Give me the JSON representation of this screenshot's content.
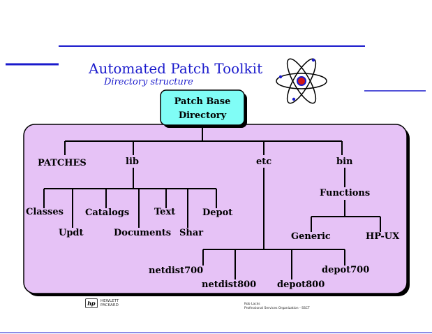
{
  "header": {
    "title": "Automated Patch Toolkit",
    "subtitle": "Directory structure"
  },
  "tree": {
    "root_line1": "Patch Base",
    "root_line2": "Directory",
    "top": [
      "PATCHES",
      "lib",
      "etc",
      "bin"
    ],
    "lib_children": [
      "Classes",
      "Updt",
      "Catalogs",
      "Documents",
      "Text",
      "Shar",
      "Depot"
    ],
    "bin_children": [
      "Functions"
    ],
    "functions_children": [
      "Generic",
      "HP-UX"
    ],
    "etc_children": [
      "netdist700",
      "netdist800",
      "depot800",
      "depot700"
    ]
  },
  "colors": {
    "panel_fill": "#e6c2f6",
    "root_fill": "#80fdf6",
    "rule_blue": "#1a1acc",
    "electron_red": "#d01818"
  },
  "icons": [
    "atom-icon",
    "hp-logo-icon"
  ],
  "footer": {
    "logo_line1": "HEWLETT",
    "logo_line2": "PACKARD",
    "mark": "hp",
    "note_line1": "Rob Lacks",
    "note_line2": "Professional Services Organization - SSCT"
  }
}
